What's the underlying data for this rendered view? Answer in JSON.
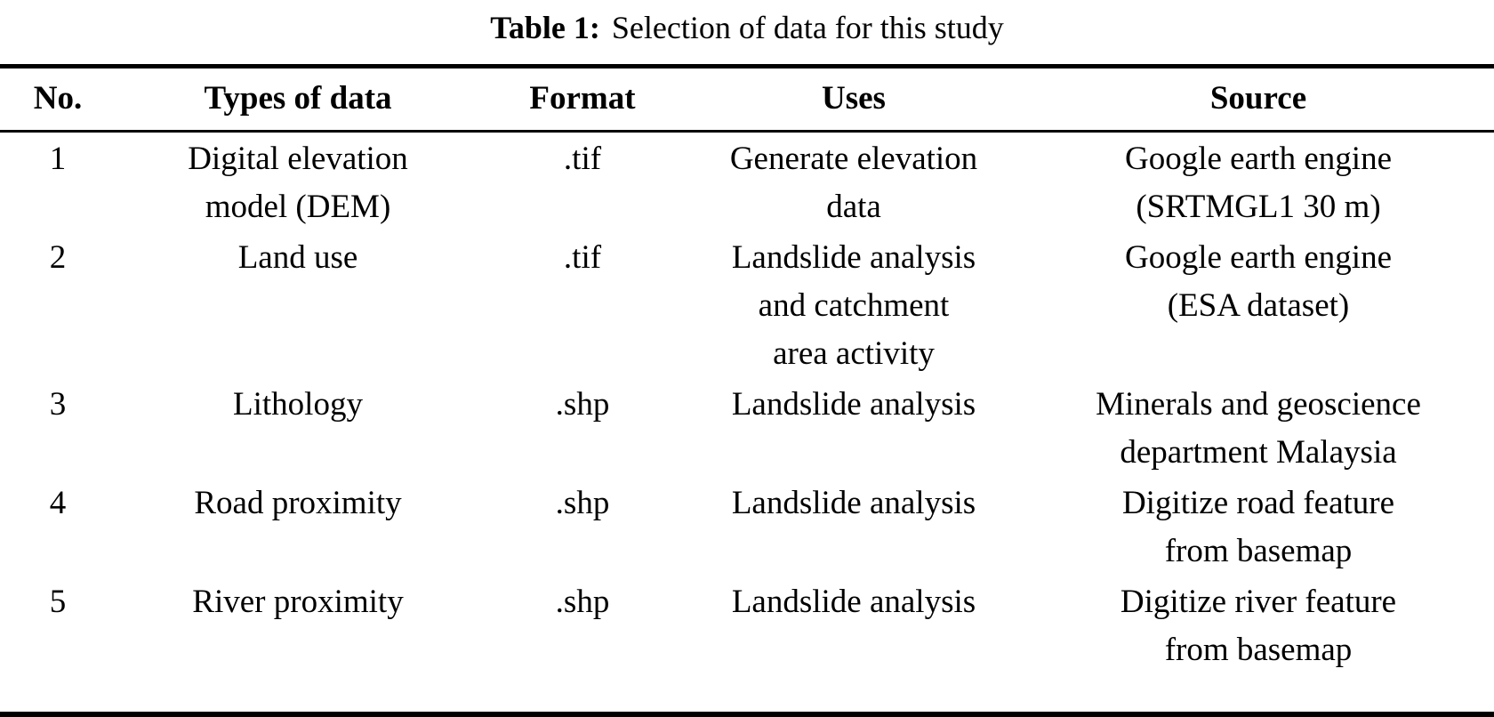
{
  "caption": {
    "label": "Table 1:",
    "text": "Selection of data for this study"
  },
  "table": {
    "columns": [
      "No.",
      "Types of data",
      "Format",
      "Uses",
      "Source"
    ],
    "rows": [
      {
        "no": "1",
        "type": [
          "Digital elevation",
          "model (DEM)"
        ],
        "format": ".tif",
        "uses": [
          "Generate elevation",
          "data"
        ],
        "source": [
          "Google earth engine",
          "(SRTMGL1 30 m)"
        ]
      },
      {
        "no": "2",
        "type": [
          "Land use"
        ],
        "format": ".tif",
        "uses": [
          "Landslide analysis",
          "and catchment",
          "area activity"
        ],
        "source": [
          "Google earth engine",
          "(ESA dataset)"
        ]
      },
      {
        "no": "3",
        "type": [
          "Lithology"
        ],
        "format": ".shp",
        "uses": [
          "Landslide analysis"
        ],
        "source": [
          "Minerals and geoscience",
          "department Malaysia"
        ]
      },
      {
        "no": "4",
        "type": [
          "Road proximity"
        ],
        "format": ".shp",
        "uses": [
          "Landslide analysis"
        ],
        "source": [
          "Digitize road feature",
          "from basemap"
        ]
      },
      {
        "no": "5",
        "type": [
          "River proximity"
        ],
        "format": ".shp",
        "uses": [
          "Landslide analysis"
        ],
        "source": [
          "Digitize river feature",
          "from basemap"
        ]
      }
    ]
  },
  "colors": {
    "text": "#000000",
    "background": "#ffffff",
    "rule": "#000000"
  }
}
